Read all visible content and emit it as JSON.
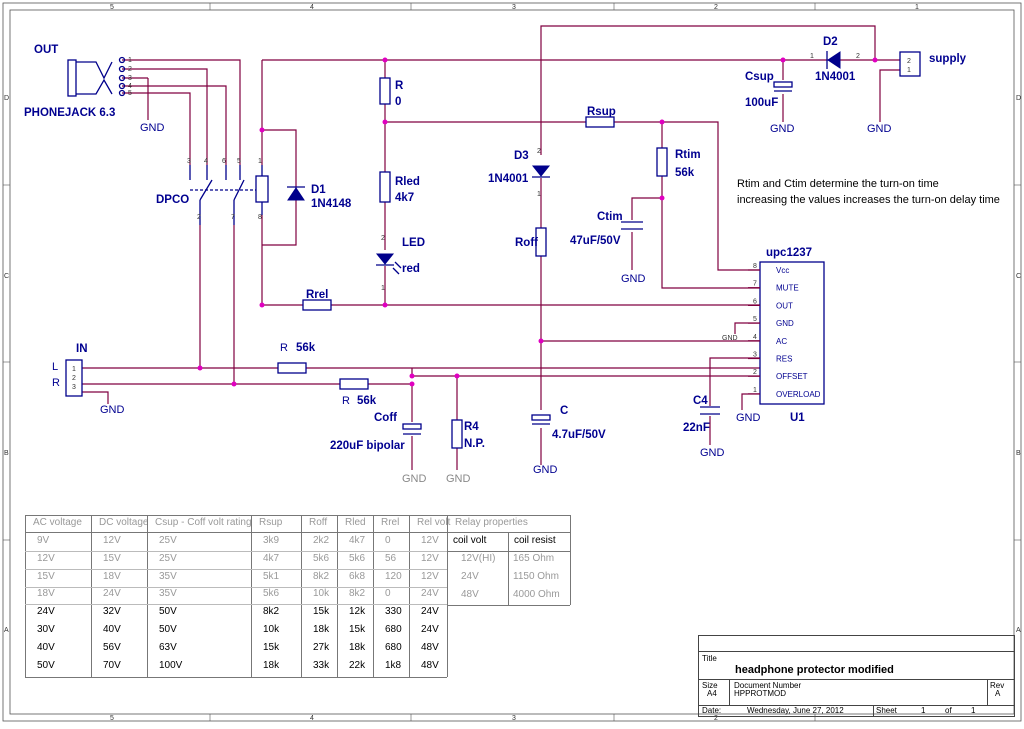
{
  "border": {
    "top": [
      "5",
      "4",
      "3",
      "2",
      "1"
    ],
    "side": [
      "D",
      "C",
      "B",
      "A"
    ]
  },
  "parts": {
    "out": "OUT",
    "phonejack": "PHONEJACK 6.3",
    "dpco": "DPCO",
    "d1": "D1",
    "d1v": "1N4148",
    "r": "R",
    "rv": "0",
    "rled": "Rled",
    "rledv": "4k7",
    "led": "LED",
    "ledv": "red",
    "rrel": "Rrel",
    "in": "IN",
    "in_l": "L",
    "in_r": "R",
    "r1": "R",
    "r1v": "56k",
    "r2": "R",
    "r2v": "56k",
    "coff": "Coff",
    "coffv": "220uF bipolar",
    "r4": "R4",
    "r4v": "N.P.",
    "d3": "D3",
    "d3v": "1N4001",
    "roff": "Roff",
    "c": "C",
    "cv": "4.7uF/50V",
    "rsup": "Rsup",
    "rtim": "Rtim",
    "rtimv": "56k",
    "ctim": "Ctim",
    "ctimv": "47uF/50V",
    "csup": "Csup",
    "csupv": "100uF",
    "d2": "D2",
    "d2v": "1N4001",
    "supply": "supply",
    "c4": "C4",
    "c4v": "22nF",
    "ic": "upc1237",
    "u1": "U1",
    "gnd": "GND"
  },
  "ic_pins": [
    {
      "n": "8",
      "name": "Vcc"
    },
    {
      "n": "7",
      "name": "MUTE"
    },
    {
      "n": "6",
      "name": "OUT"
    },
    {
      "n": "5",
      "name": "GND"
    },
    {
      "n": "4",
      "name": "AC"
    },
    {
      "n": "3",
      "name": "RES"
    },
    {
      "n": "2",
      "name": "OFFSET"
    },
    {
      "n": "1",
      "name": "OVERLOAD"
    }
  ],
  "note": [
    "Rtim and Ctim determine the turn-on time",
    "increasing the values increases the turn-on delay time"
  ],
  "table": {
    "headers": [
      "AC voltage",
      "DC voltage",
      "Csup - Coff volt rating",
      "Rsup",
      "Roff",
      "Rled",
      "Rrel",
      "Rel volt",
      "Relay properties"
    ],
    "rows": [
      [
        "9V",
        "12V",
        "25V",
        "3k9",
        "2k2",
        "4k7",
        "0",
        "12V"
      ],
      [
        "12V",
        "15V",
        "25V",
        "4k7",
        "5k6",
        "5k6",
        "56",
        "12V"
      ],
      [
        "15V",
        "18V",
        "35V",
        "5k1",
        "8k2",
        "6k8",
        "120",
        "12V"
      ],
      [
        "18V",
        "24V",
        "35V",
        "5k6",
        "10k",
        "8k2",
        "0",
        "24V"
      ],
      [
        "24V",
        "32V",
        "50V",
        "8k2",
        "15k",
        "12k",
        "330",
        "24V"
      ],
      [
        "30V",
        "40V",
        "50V",
        "10k",
        "18k",
        "15k",
        "680",
        "24V"
      ],
      [
        "40V",
        "56V",
        "63V",
        "15k",
        "27k",
        "18k",
        "680",
        "48V"
      ],
      [
        "50V",
        "70V",
        "100V",
        "18k",
        "33k",
        "22k",
        "1k8",
        "48V"
      ]
    ],
    "relay_headers": [
      "coil volt",
      "coil resist"
    ],
    "relay_rows": [
      [
        "12V(HI)",
        "165 Ohm"
      ],
      [
        "24V",
        "1150 Ohm"
      ],
      [
        "48V",
        "4000 Ohm"
      ]
    ]
  },
  "title_block": {
    "title_label": "Title",
    "title": "headphone protector modified",
    "size_label": "Size",
    "size": "A4",
    "docnum_label": "Document Number",
    "docnum": "HPPROTMOD",
    "rev_label": "Rev",
    "rev": "A",
    "date_label": "Date:",
    "date": "Wednesday, June 27, 2012",
    "sheet_label": "Sheet",
    "sheet": "1",
    "of_label": "of",
    "of": "1"
  }
}
